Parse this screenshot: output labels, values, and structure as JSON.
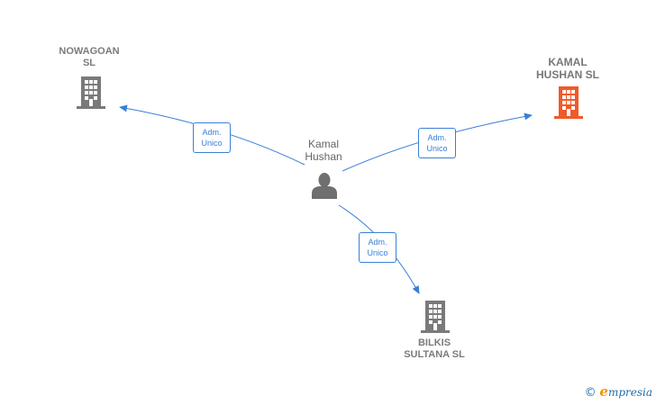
{
  "nodes": {
    "nowagoan": {
      "line1": "NOWAGOAN",
      "line2": "SL",
      "icon": "building-icon",
      "color": "#7a7a7a"
    },
    "kamal_hushan_sl": {
      "line1": "KAMAL",
      "line2": "HUSHAN  SL",
      "icon": "building-icon",
      "color": "#f05a28"
    },
    "person": {
      "line1": "Kamal",
      "line2": "Hushan",
      "icon": "person-icon",
      "color": "#6f6f6f"
    },
    "bilkis": {
      "line1": "BILKIS",
      "line2": "SULTANA  SL",
      "icon": "building-icon",
      "color": "#7a7a7a"
    }
  },
  "edges": [
    {
      "from": "person",
      "to": "nowagoan",
      "label_line1": "Adm.",
      "label_line2": "Unico"
    },
    {
      "from": "person",
      "to": "kamal_hushan_sl",
      "label_line1": "Adm.",
      "label_line2": "Unico"
    },
    {
      "from": "person",
      "to": "bilkis",
      "label_line1": "Adm.",
      "label_line2": "Unico"
    }
  ],
  "colors": {
    "edge": "#3a7fd6"
  },
  "brand": {
    "copyright": "©",
    "initial": "e",
    "rest": "mpresia"
  }
}
